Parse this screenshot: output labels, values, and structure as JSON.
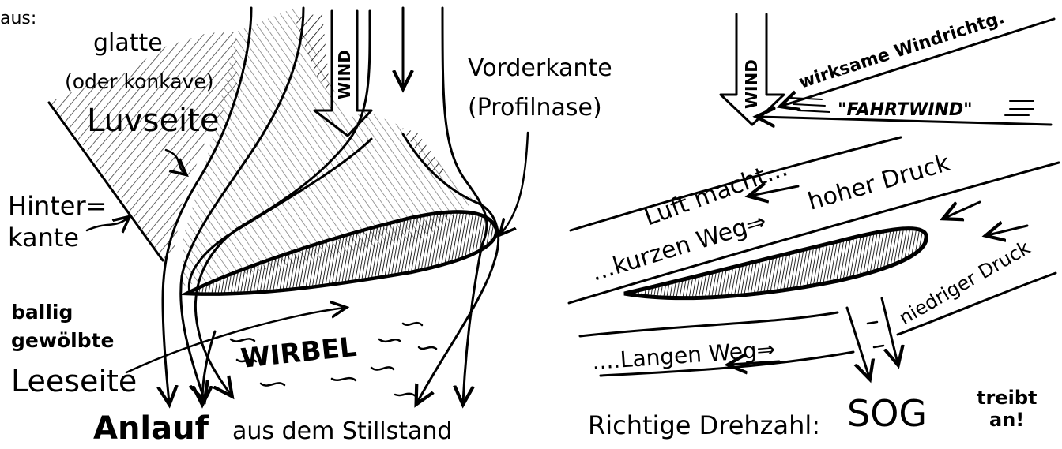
{
  "prefix": "aus:",
  "left_panel": {
    "smooth_label": "glatte",
    "concave_label": "(oder konkave)",
    "windward_label": "Luvseite",
    "wind_label": "WIND",
    "leading_edge_label": "Vorderkante",
    "profile_nose_label": "(Profilnase)",
    "trailing_edge_label_1": "Hinter=",
    "trailing_edge_label_2": "kante",
    "convex_label_1": "ballig",
    "convex_label_2": "gewölbte",
    "leeward_label": "Leeseite",
    "vortex_label": "WIRBEL",
    "startup_label": "Anlauf",
    "standstill_label": "aus dem Stillstand"
  },
  "right_panel": {
    "wind_label": "WIND",
    "effective_wind_label": "wirksame Windrichtg.",
    "head_wind_label": "\"FAHRTWIND\"",
    "air_makes_label": "Luft macht...",
    "short_path_label": "...kurzen Weg⇒",
    "high_pressure_label": "hoher Druck",
    "low_pressure_label": "niedriger Druck",
    "long_path_label": "....Langen Weg⇒",
    "correct_speed_label": "Richtige Drehzahl:",
    "suction_label": "SOG",
    "drives_label_1": "treibt",
    "drives_label_2": "an!"
  }
}
